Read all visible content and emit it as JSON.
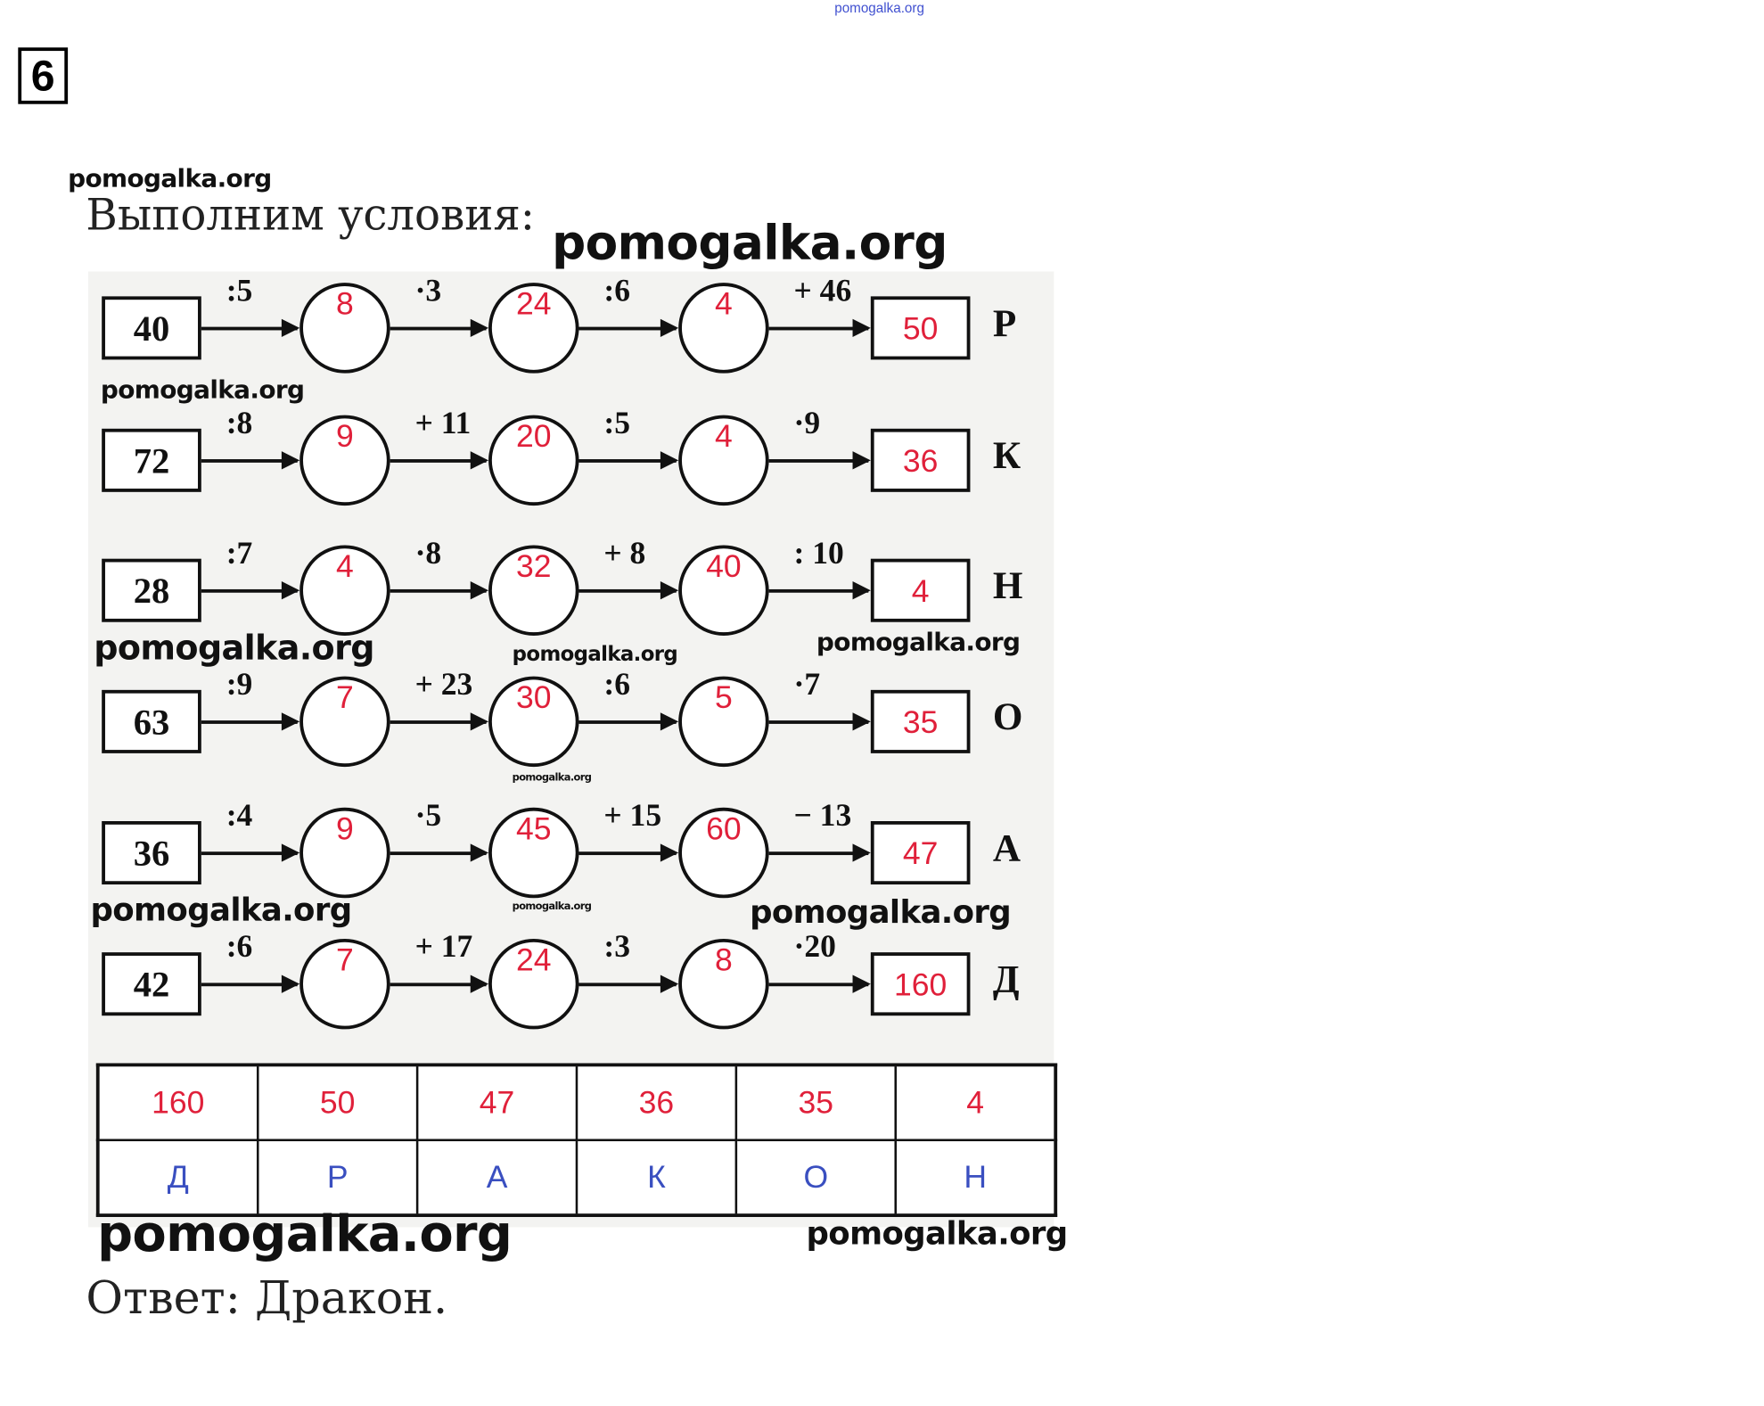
{
  "task_number": "6",
  "heading": "Выполним условия:",
  "chains": [
    {
      "start": "40",
      "ops": [
        ":5",
        "·3",
        ":6",
        "+ 46"
      ],
      "values": [
        "8",
        "24",
        "4"
      ],
      "result": "50",
      "letter": "Р"
    },
    {
      "start": "72",
      "ops": [
        ":8",
        "+ 11",
        ":5",
        "·9"
      ],
      "values": [
        "9",
        "20",
        "4"
      ],
      "result": "36",
      "letter": "К"
    },
    {
      "start": "28",
      "ops": [
        ":7",
        "·8",
        "+ 8",
        ": 10"
      ],
      "values": [
        "4",
        "32",
        "40"
      ],
      "result": "4",
      "letter": "Н"
    },
    {
      "start": "63",
      "ops": [
        ":9",
        "+ 23",
        ":6",
        "·7"
      ],
      "values": [
        "7",
        "30",
        "5"
      ],
      "result": "35",
      "letter": "О"
    },
    {
      "start": "36",
      "ops": [
        ":4",
        "·5",
        "+ 15",
        "− 13"
      ],
      "values": [
        "9",
        "45",
        "60"
      ],
      "result": "47",
      "letter": "А"
    },
    {
      "start": "42",
      "ops": [
        ":6",
        "+ 17",
        ":3",
        "·20"
      ],
      "values": [
        "7",
        "24",
        "8"
      ],
      "result": "160",
      "letter": "Д"
    }
  ],
  "table": {
    "numbers": [
      "160",
      "50",
      "47",
      "36",
      "35",
      "4"
    ],
    "letters": [
      "Д",
      "Р",
      "А",
      "К",
      "О",
      "Н"
    ]
  },
  "answer": "Ответ: Дракон.",
  "watermarks": [
    "pomogalka.org",
    "pomogalka.org",
    "pomogalka.org",
    "pomogalka.org",
    "pomogalka.org",
    "pomogalka.org",
    "pomogalka.org",
    "pomogalka.org",
    "pomogalka.org",
    "pomogalka.org",
    "pomogalka.org",
    "pomogalka.org"
  ]
}
